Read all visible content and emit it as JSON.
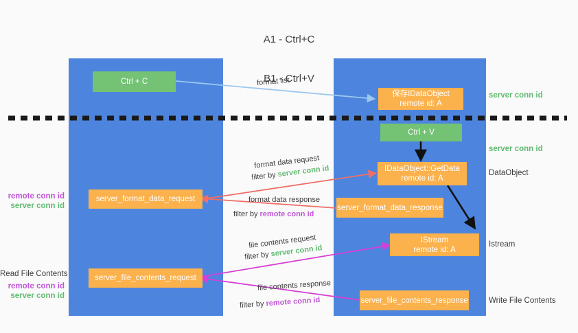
{
  "title": {
    "line1": "A1 - Ctrl+C",
    "line2": "B1 - Ctrl+V"
  },
  "columns": [
    {
      "name": "A1",
      "role": "remote"
    },
    {
      "name": "B1",
      "role": "connection"
    }
  ],
  "colors": {
    "lane": "#4d85de",
    "box_orange": "#fbb14c",
    "box_green": "#74c274",
    "server_conn": "#62bb72",
    "remote_conn": "#c155d8",
    "arrow_blue": "#9cc8ef",
    "arrow_red": "#ef6f68",
    "arrow_magenta": "#d63fd6",
    "arrow_black": "#000000",
    "background": "#fafafa"
  },
  "nodes": {
    "ctrl_c": "Ctrl + C",
    "ctrl_v": "Ctrl + V",
    "data_object_remote": "保存IDataObject\nremote id: A",
    "data_object_getdata": "IDataObject::GetData\nremote id: A",
    "istream": "IStream\nremote id: A",
    "server_format_data_request": "server_format_data_request",
    "server_format_data_response": "server_format_data_response",
    "server_file_contents_request": "server_file_contents_request",
    "server_file_contents_response": "server_file_contents_response"
  },
  "edges": {
    "format_list": "format list",
    "format_data_request": "format data request",
    "format_data_request_filter_prefix": "filter by ",
    "format_data_request_filter_key": "server conn id",
    "format_data_response": "format data response",
    "format_data_response_filter_prefix": "filter by ",
    "format_data_response_filter_key": "remote conn id",
    "file_contents_request": "file contents request",
    "file_contents_request_filter_prefix": "filter by ",
    "file_contents_request_filter_key": "server conn id",
    "file_contents_response": "file contents response",
    "file_contents_response_filter_prefix": "filter by ",
    "file_contents_response_filter_key": "remote conn id"
  },
  "annotations": {
    "right_server_conn_top": "server conn id",
    "right_server_conn_second": "server conn id",
    "right_dataobject": "DataObject",
    "right_istream": "Istream",
    "right_write_file_contents": "Write File Contents",
    "left_remote_conn_1": "remote conn id",
    "left_server_conn_1": "server conn id",
    "left_read_file_contents": "Read File Contents",
    "left_remote_conn_2": "remote conn id",
    "left_server_conn_2": "server conn id"
  }
}
